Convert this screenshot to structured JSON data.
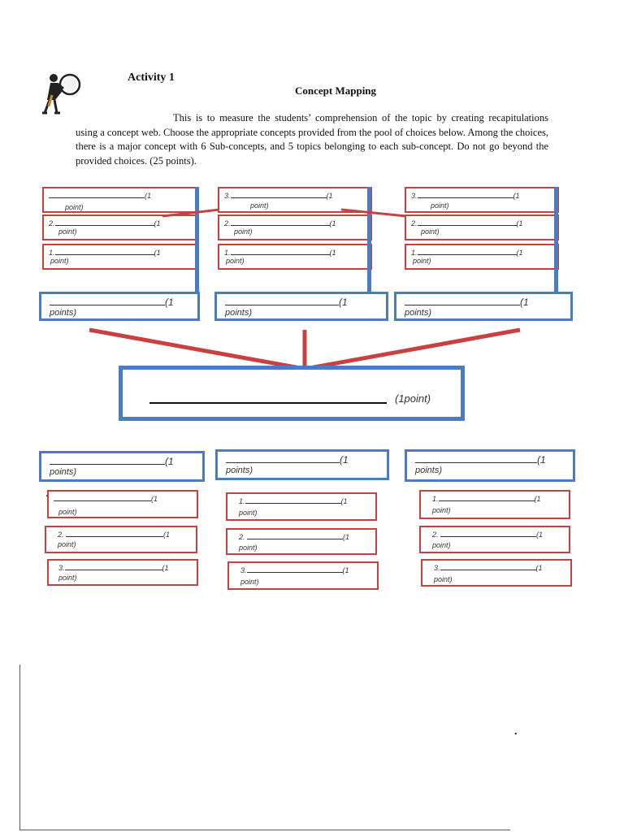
{
  "header": {
    "activity": "Activity 1",
    "title": "Concept Mapping",
    "instructions": "This is to measure the students’ comprehension of the topic by creating recapitulations using a concept web. Choose the appropriate concepts provided from the pool of choices below. Among the choices, there is a major concept with 6 Sub-concepts, and 5 topics belonging to each sub-concept. Do not go beyond the provided choices. (25 points)."
  },
  "icon": "magnifying-glass-figure-icon",
  "colors": {
    "red_box": "#c8403f",
    "blue_box": "#4a7cc0"
  },
  "top_groups": [
    {
      "items": [
        {
          "num": "",
          "pts": "(1",
          "sub": "point)"
        },
        {
          "num": "2.",
          "pts": "(1",
          "sub": "point)"
        },
        {
          "num": "1.",
          "pts": "(1",
          "sub": "point)"
        }
      ],
      "sub_pts": "(1",
      "sub_label": "points)"
    },
    {
      "items": [
        {
          "num": "3.",
          "pts": "(1",
          "sub": "point)"
        },
        {
          "num": "2.",
          "pts": "(1",
          "sub": "point)"
        },
        {
          "num": "1.",
          "pts": "(1",
          "sub": "point)"
        }
      ],
      "sub_pts": "(1",
      "sub_label": "points)"
    },
    {
      "items": [
        {
          "num": "3.",
          "pts": "(1",
          "sub": "point)"
        },
        {
          "num": "2.",
          "pts": "(1",
          "sub": "point)"
        },
        {
          "num": "1.",
          "pts": "(1",
          "sub": "point)"
        }
      ],
      "sub_pts": "(1",
      "sub_label": "points)"
    }
  ],
  "main_concept": {
    "label": "(1point)"
  },
  "bottom_groups": [
    {
      "sub_pts": "(1",
      "sub_label": "points)",
      "items": [
        {
          "num": "",
          "pts": "(1",
          "sub": "point)"
        },
        {
          "num": "2.",
          "pts": "(1",
          "sub": "point)"
        },
        {
          "num": "3.",
          "pts": "(1",
          "sub": "point)"
        }
      ]
    },
    {
      "sub_pts": "(1",
      "sub_label": "points)",
      "items": [
        {
          "num": "1.",
          "pts": "(1",
          "sub": "point)"
        },
        {
          "num": "2.",
          "pts": "(1",
          "sub": "point)"
        },
        {
          "num": "3.",
          "pts": "(1",
          "sub": "point)"
        }
      ]
    },
    {
      "sub_pts": "(1",
      "sub_label": "points)",
      "items": [
        {
          "num": "1.",
          "pts": "(1",
          "sub": "point)"
        },
        {
          "num": "2.",
          "pts": "(1",
          "sub": "point)"
        },
        {
          "num": "3.",
          "pts": "(1",
          "sub": "point)"
        }
      ]
    }
  ]
}
